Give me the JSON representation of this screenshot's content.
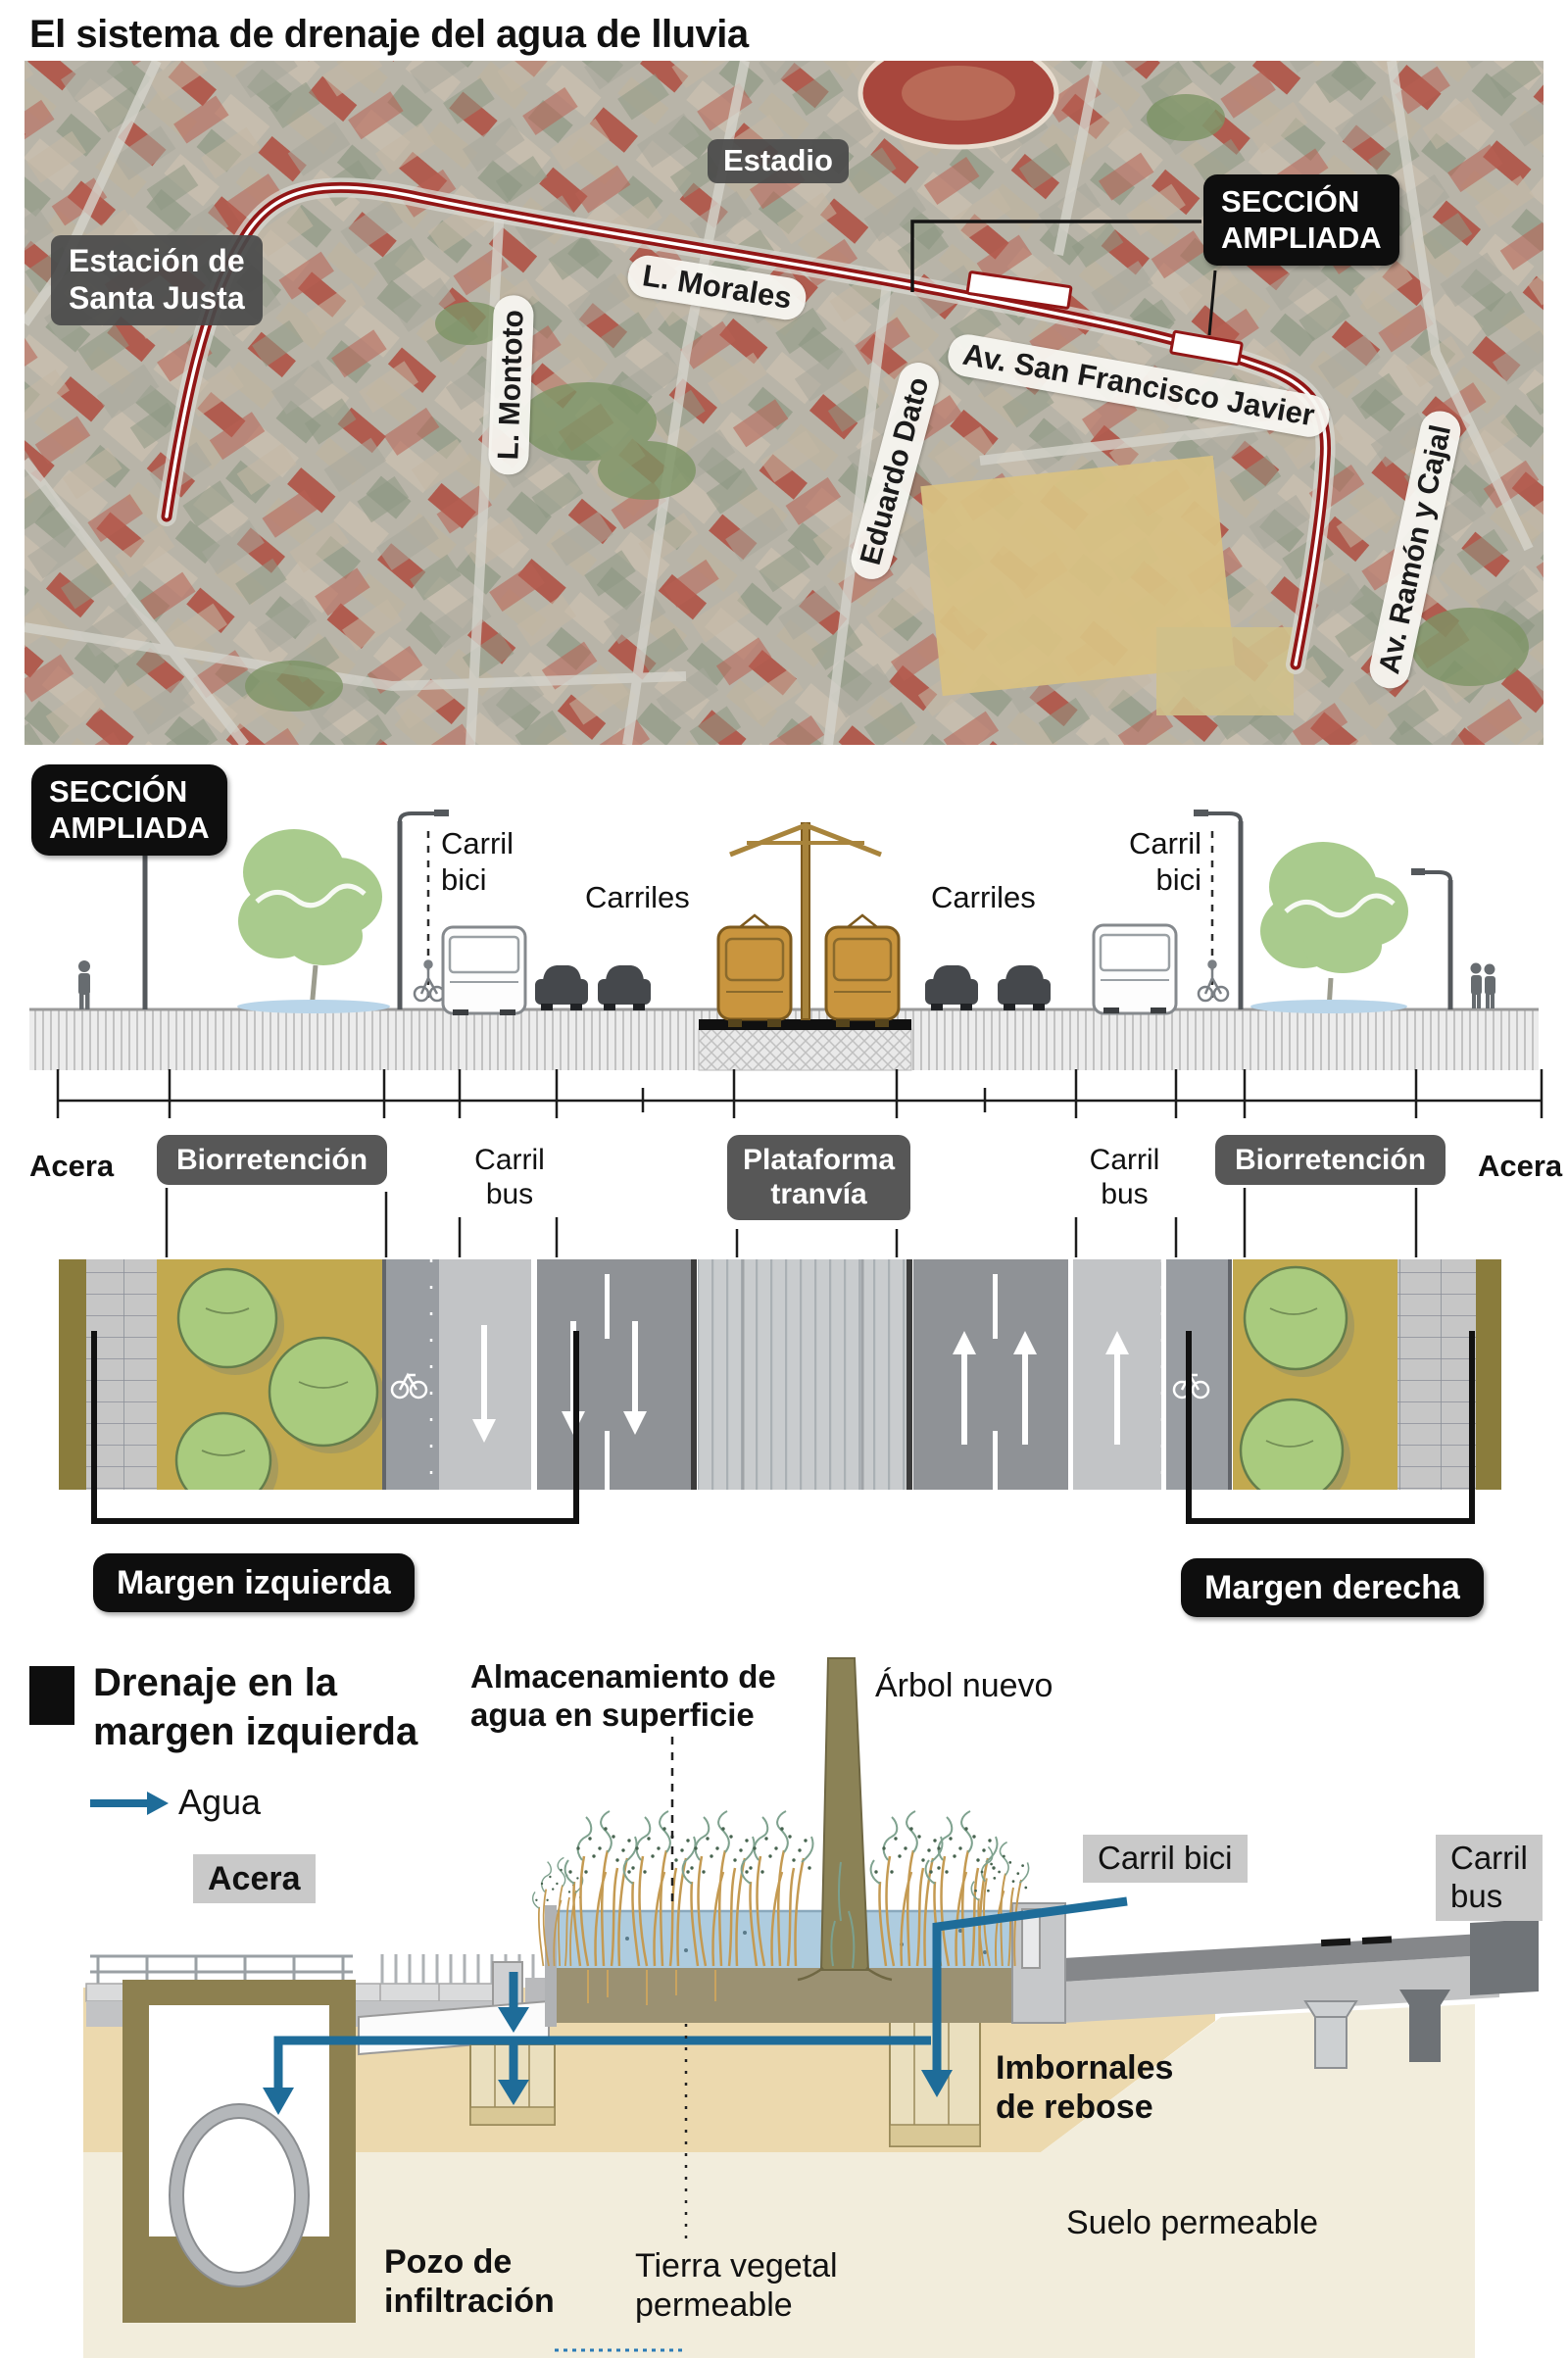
{
  "title": "El sistema de drenaje del agua de lluvia",
  "map": {
    "station_line1": "Estación de",
    "station_line2": "Santa Justa",
    "estadio": "Estadio",
    "section_badge_line1": "SECCIÓN",
    "section_badge_line2": "AMPLIADA",
    "street_l_montoto": "L. Montoto",
    "street_l_morales": "L. Morales",
    "street_eduardo_dato": "Eduardo Dato",
    "street_san_francisco": "Av. San Francisco Javier",
    "street_ramon_cajal": "Av. Ramón y Cajal"
  },
  "cross_section": {
    "badge_line1": "SECCIÓN",
    "badge_line2": "AMPLIADA",
    "carril_line1": "Carril",
    "carril_bici_line2": "bici",
    "carriles_left": "Carriles",
    "carriles_right": "Carriles",
    "acera_left": "Acera",
    "acera_right": "Acera",
    "biorretencion_left": "Biorretención",
    "biorretencion_right": "Biorretención",
    "carril_bus_line1": "Carril",
    "carril_bus_line2": "bus",
    "plataforma_line1": "Plataforma",
    "plataforma_line2": "tranvía",
    "margen_izquierda": "Margen izquierda",
    "margen_derecha": "Margen derecha"
  },
  "drainage": {
    "heading_line1": "Drenaje en la",
    "heading_line2": "margen izquierda",
    "legend_agua": "Agua",
    "almacenamiento_line1": "Almacenamiento de",
    "almacenamiento_line2": "agua en superficie",
    "arbol_nuevo": "Árbol nuevo",
    "acera": "Acera",
    "carril_bici": "Carril bici",
    "carril_bus_line1": "Carril",
    "carril_bus_line2": "bus",
    "imbornales_line1": "Imbornales",
    "imbornales_line2": "de rebose",
    "suelo_permeable": "Suelo permeable",
    "pozo_line1": "Pozo de",
    "pozo_line2": "infiltración",
    "tierra_line1": "Tierra vegetal",
    "tierra_line2": "permeable"
  },
  "colors": {
    "route_red": "#921616",
    "water_pipe_blue": "#1e6c99",
    "basin_water_blue": "#aeccdf",
    "soil_tan": "#ecd9ae",
    "soil_pale": "#f2eddc",
    "bioretention_olive": "#c2a94f",
    "tree_green": "#a9cb7e",
    "label_dark_pill": "#4a4a4a",
    "label_black": "#0e0e0e"
  }
}
